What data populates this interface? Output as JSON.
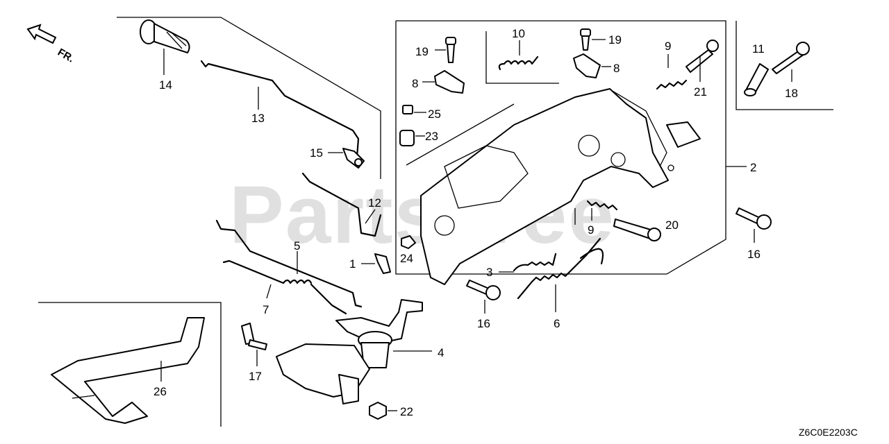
{
  "watermark": "PartsTree",
  "direction_label": "FR.",
  "diagram_code": "Z6C0E2203C",
  "callouts": {
    "p1": "1",
    "p2": "2",
    "p3": "3",
    "p4": "4",
    "p5": "5",
    "p6": "6",
    "p7": "7",
    "p8a": "8",
    "p8b": "8",
    "p9a": "9",
    "p9b": "9",
    "p10": "10",
    "p11": "11",
    "p12": "12",
    "p13": "13",
    "p14": "14",
    "p15": "15",
    "p16a": "16",
    "p16b": "16",
    "p17": "17",
    "p18": "18",
    "p19a": "19",
    "p19b": "19",
    "p20": "20",
    "p21": "21",
    "p22": "22",
    "p23": "23",
    "p24": "24",
    "p25": "25",
    "p26": "26"
  }
}
